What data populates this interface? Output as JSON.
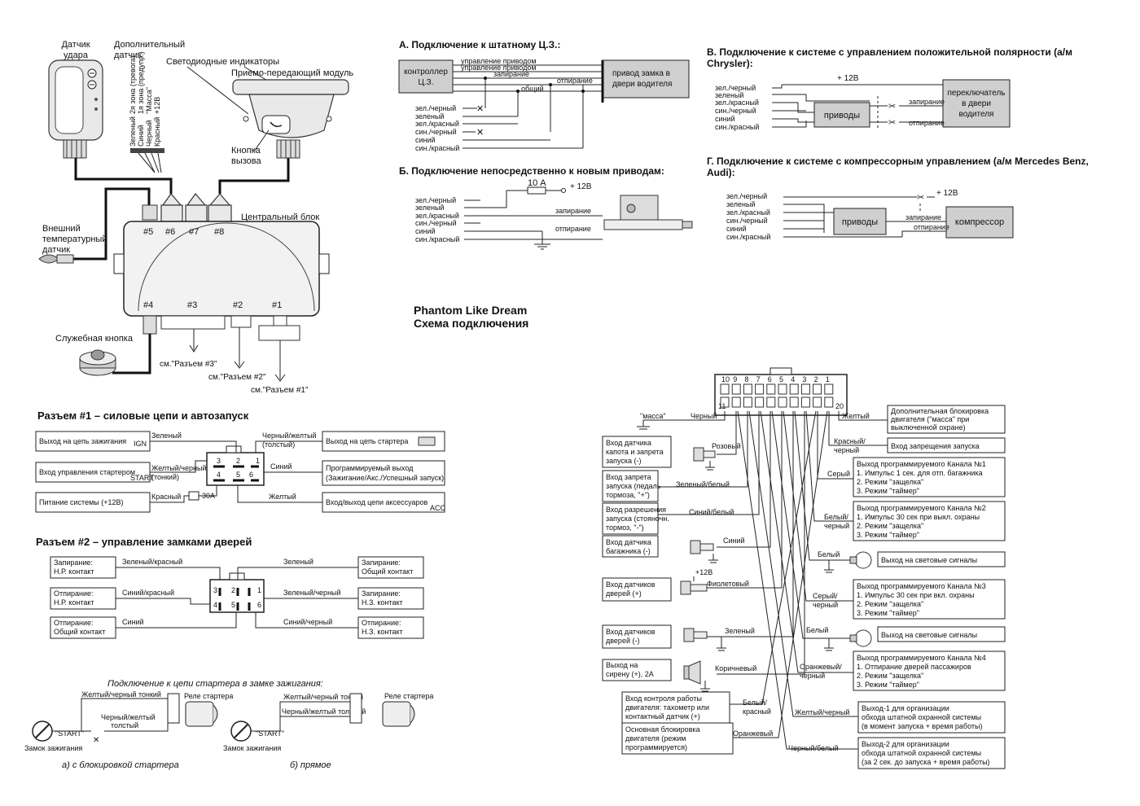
{
  "title": {
    "line1": "Phantom Like Dream",
    "line2": "Схема подключения"
  },
  "unit": {
    "shock_sensor": [
      "Датчик",
      "удара"
    ],
    "extra_sensor": [
      "Дополнительный",
      "датчик"
    ],
    "led_indicators": "Светодиодные индикаторы",
    "transceiver": "Приемо-передающий модуль",
    "call_button": [
      "Кнопка",
      "вызова"
    ],
    "central_block": "Центральный блок",
    "ext_temp_sensor": [
      "Внешний",
      "температурный",
      "датчик"
    ],
    "service_button": "Служебная кнопка",
    "sensor_wires": [
      "Зеленый",
      "Синий",
      "Черный",
      "Красный"
    ],
    "sensor_zones": [
      "2я зона (тревога)",
      "1я зона (предупр.)",
      "\"Масса\"",
      "+12В"
    ],
    "ports_top": [
      "#5",
      "#6",
      "#7",
      "#8"
    ],
    "ports_bottom": [
      "#4",
      "#3",
      "#2",
      "#1"
    ],
    "see_refs": [
      "см.\"Разъем #3\"",
      "см.\"Разъем #2\"",
      "см.\"Разъем #1\""
    ]
  },
  "section_a": {
    "title": "А. Подключение к штатному Ц.З.:",
    "controller": [
      "контроллер",
      "Ц.З."
    ],
    "actuator": [
      "привод замка в",
      "двери водителя"
    ],
    "lines": [
      "управление приводом",
      "управление приводом",
      "запирание",
      "общий",
      "отпирание"
    ],
    "wires": [
      "зел./черный",
      "зеленый",
      "зел./красный",
      "син./черный",
      "синий",
      "син./красный"
    ]
  },
  "section_b": {
    "title": "Б. Подключение непосредственно к новым приводам:",
    "fuse": "10 А",
    "plus": "+ 12В",
    "lines": [
      "запирание",
      "отпирание"
    ],
    "wires": [
      "зел./черный",
      "зеленый",
      "зел./красный",
      "син./черный",
      "синий",
      "син./красный"
    ]
  },
  "section_v": {
    "title": [
      "В. Подключение к системе с управлением положительной полярности (а/м",
      "Chrysler):"
    ],
    "plus": "+ 12В",
    "drives": "приводы",
    "switch": [
      "переключатель",
      "в двери",
      "водителя"
    ],
    "lines": [
      "запирание",
      "отпирание"
    ],
    "wires": [
      "зел./черный",
      "зеленый",
      "зел./красный",
      "син./черный",
      "синий",
      "син./красный"
    ]
  },
  "section_g": {
    "title": [
      "Г. Подключение к системе с компрессорным управлением (а/м Mercedes Benz,",
      "Audi):"
    ],
    "plus": "+ 12В",
    "drives": "приводы",
    "compressor": "компрессор",
    "lines": [
      "запирание",
      "отпирание"
    ],
    "wires": [
      "зел./черный",
      "зеленый",
      "зел./красный",
      "син./черный",
      "синий",
      "син./красный"
    ]
  },
  "connector1": {
    "title": "Разъем #1 – силовые цепи и автозапуск",
    "left_boxes": [
      "Выход на цепь зажигания",
      "Вход управления стартером",
      "Питание системы (+12В)"
    ],
    "right_boxes": [
      "Выход на цепь стартера",
      "Программируемый выход",
      "(Зажигание/Акс./Успешный запуск)",
      "Вход/выход цепи аксессуаров"
    ],
    "wires": [
      "Зеленый",
      "Желтый/черный",
      "(тонкий)",
      "Красный",
      "Черный/желтый",
      "(толстый)",
      "Синий",
      "Желтый"
    ],
    "fuse": "30А",
    "pins": [
      "3",
      "2",
      "1",
      "4",
      "5",
      "6"
    ],
    "icons": [
      "IGN",
      "START",
      "ACC"
    ]
  },
  "connector2": {
    "title": "Разъем #2 – управление замками дверей",
    "left_boxes": [
      [
        "Запирание:",
        "Н.Р. контакт"
      ],
      [
        "Отпирание:",
        "Н.Р. контакт"
      ],
      [
        "Отпирание:",
        "Общий контакт"
      ]
    ],
    "right_boxes": [
      [
        "Запирание:",
        "Общий контакт"
      ],
      [
        "Запирание:",
        "Н.З. контакт"
      ],
      [
        "Отпирание:",
        "Н.З. контакт"
      ]
    ],
    "wires": [
      "Зеленый/красный",
      "Синий/красный",
      "Синий",
      "Зеленый",
      "Зеленый/черный",
      "Синий/черный"
    ],
    "pins": [
      "3",
      "2",
      "1",
      "4",
      "5",
      "6"
    ]
  },
  "starter": {
    "title": "Подключение к цепи стартера в замке зажигания:",
    "thin": "Желтый/черный тонкий",
    "thick": [
      "Черный/желтый",
      "толстый"
    ],
    "thick_inline": "Черный/желтый толстый",
    "relay": "Реле стартера",
    "start": "\"START\"",
    "lock": "Замок зажигания",
    "cap_a": "а) с блокировкой стартера",
    "cap_b": "б) прямое"
  },
  "connector3": {
    "pins_top": [
      "10",
      "9",
      "8",
      "7",
      "6",
      "5",
      "4",
      "3",
      "2",
      "1"
    ],
    "pin_11": "11",
    "pin_20": "20",
    "massa": "\"масса\"",
    "left_wires": [
      "Черный",
      "Розовый",
      "Зеленый/белый",
      "Синий/белый",
      "Синий",
      "Фиолетовый",
      "Зеленый",
      "Коричневый",
      "Белый/",
      "красный",
      "Оранжевый"
    ],
    "left_boxes": [
      [
        "Вход датчика",
        "капота и запрета",
        "запуска (-)"
      ],
      [
        "Вход запрета",
        "запуска (педаль",
        "тормоза, \"+\")"
      ],
      [
        "Вход разрешения",
        "запуска (стояночн.",
        "тормоз, \"-\")"
      ],
      [
        "Вход датчика",
        "багажника (-)"
      ],
      [
        "Вход датчиков",
        "дверей (+)"
      ],
      [
        "Вход датчиков",
        "дверей (-)"
      ],
      [
        "Выход на",
        "сирену (+), 2А"
      ],
      [
        "Вход контроля работы",
        "двигателя: тахометр или",
        "контактный датчик (+)"
      ],
      [
        "Основная блокировка",
        "двигателя (режим",
        "программируется)"
      ]
    ],
    "plus12": "+12В",
    "right_wires": [
      "Желтый",
      "Красный/",
      "черный",
      "Серый",
      "Белый/",
      "черный",
      "Белый",
      "Серый/",
      "черный",
      "Белый",
      "Оранжевый/",
      "черный",
      "Желтый/черный",
      "Черный/белый"
    ],
    "right_boxes": [
      [
        "Дополнительная блокировка",
        "двигателя (\"масса\" при",
        "выключенной охране)"
      ],
      [
        "Вход запрещения запуска"
      ],
      [
        "Выход программируемого Канала №1",
        "1. Импульс 1 сек. для отп. багажника",
        "2. Режим \"защелка\"",
        "3. Режим \"таймер\""
      ],
      [
        "Выход программируемого Канала №2",
        "1. Импульс 30 сек при выкл. охраны",
        "2. Режим \"защелка\"",
        "3. Режим \"таймер\""
      ],
      [
        "Выход на световые сигналы"
      ],
      [
        "Выход программируемого Канала №3",
        "1. Импульс 30 сек при вкл. охраны",
        "2. Режим \"защелка\"",
        "3. Режим \"таймер\""
      ],
      [
        "Выход на световые сигналы"
      ],
      [
        "Выход программируемого Канала №4",
        "1. Отпирание дверей пассажиров",
        "2. Режим \"защелка\"",
        "3. Режим \"таймер\""
      ],
      [
        "Выход-1 для организации",
        "обхода штатной охранной системы",
        "(в момент запуска + время работы)"
      ],
      [
        "Выход-2 для организации",
        "обхода штатной охранной системы",
        "(за 2 сек. до запуска + время работы)"
      ]
    ]
  }
}
